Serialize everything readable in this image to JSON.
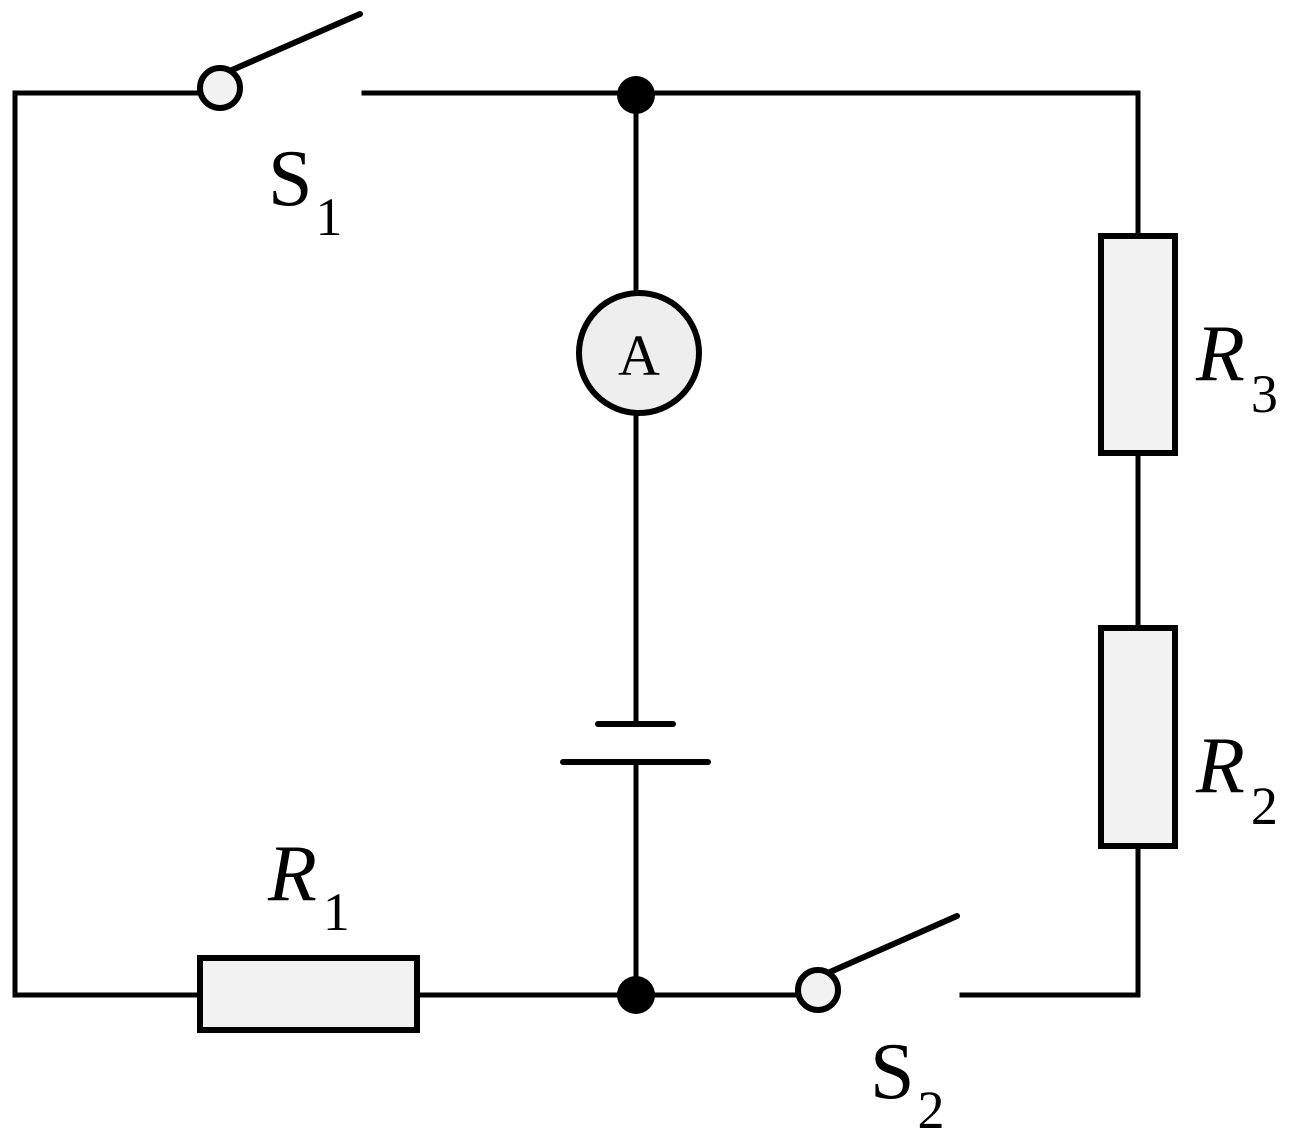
{
  "labels": {
    "s1": {
      "main": "S",
      "sub": "1"
    },
    "s2": {
      "main": "S",
      "sub": "2"
    },
    "r1": {
      "main": "R",
      "sub": "1"
    },
    "r2": {
      "main": "R",
      "sub": "2"
    },
    "r3": {
      "main": "R",
      "sub": "3"
    },
    "ammeter": "A"
  },
  "colors": {
    "line": "#000000",
    "component_fill": "#f2f2f2",
    "meter_fill": "#eeeeee",
    "background": "#ffffff"
  }
}
